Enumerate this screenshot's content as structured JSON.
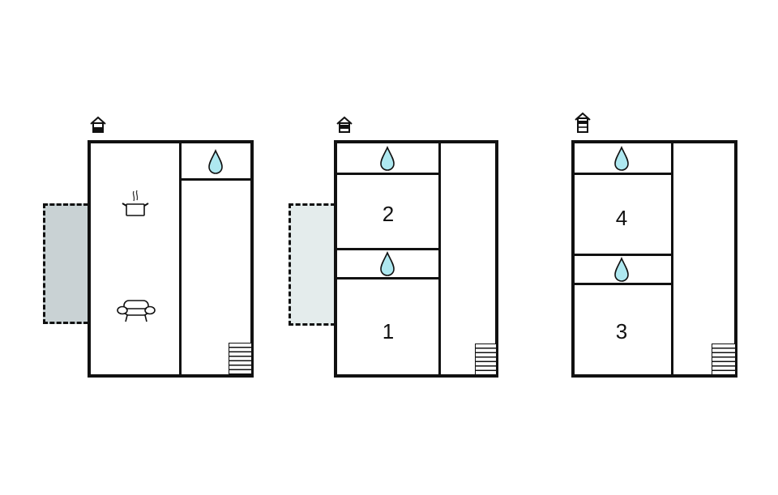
{
  "diagram": {
    "type": "floor-plan",
    "colors": {
      "wall": "#111111",
      "water": "#aee8f0",
      "terrace_ground": "#c9d2d4",
      "terrace_upper": "#e4ecec",
      "background": "#ffffff"
    },
    "floors": [
      {
        "id": "ground-floor",
        "level_icon": "house-level-ground-icon",
        "rooms": [
          {
            "type": "kitchen-living",
            "icons": [
              "cooking-pot-icon",
              "sofa-icon"
            ]
          },
          {
            "type": "bathroom",
            "icons": [
              "water-drop-icon"
            ]
          },
          {
            "type": "hall",
            "icons": [
              "stairs-icon"
            ]
          }
        ],
        "terrace": true
      },
      {
        "id": "first-floor",
        "level_icon": "house-level-first-icon",
        "rooms": [
          {
            "type": "bathroom",
            "icons": [
              "water-drop-icon"
            ]
          },
          {
            "type": "bedroom",
            "label": "2"
          },
          {
            "type": "bathroom",
            "icons": [
              "water-drop-icon"
            ]
          },
          {
            "type": "bedroom",
            "label": "1"
          },
          {
            "type": "hall",
            "icons": [
              "stairs-icon"
            ]
          }
        ],
        "terrace": true
      },
      {
        "id": "second-floor",
        "level_icon": "house-level-second-icon",
        "rooms": [
          {
            "type": "bathroom",
            "icons": [
              "water-drop-icon"
            ]
          },
          {
            "type": "bedroom",
            "label": "4"
          },
          {
            "type": "bathroom",
            "icons": [
              "water-drop-icon"
            ]
          },
          {
            "type": "bedroom",
            "label": "3"
          },
          {
            "type": "hall",
            "icons": [
              "stairs-icon"
            ]
          }
        ],
        "terrace": false
      }
    ]
  }
}
